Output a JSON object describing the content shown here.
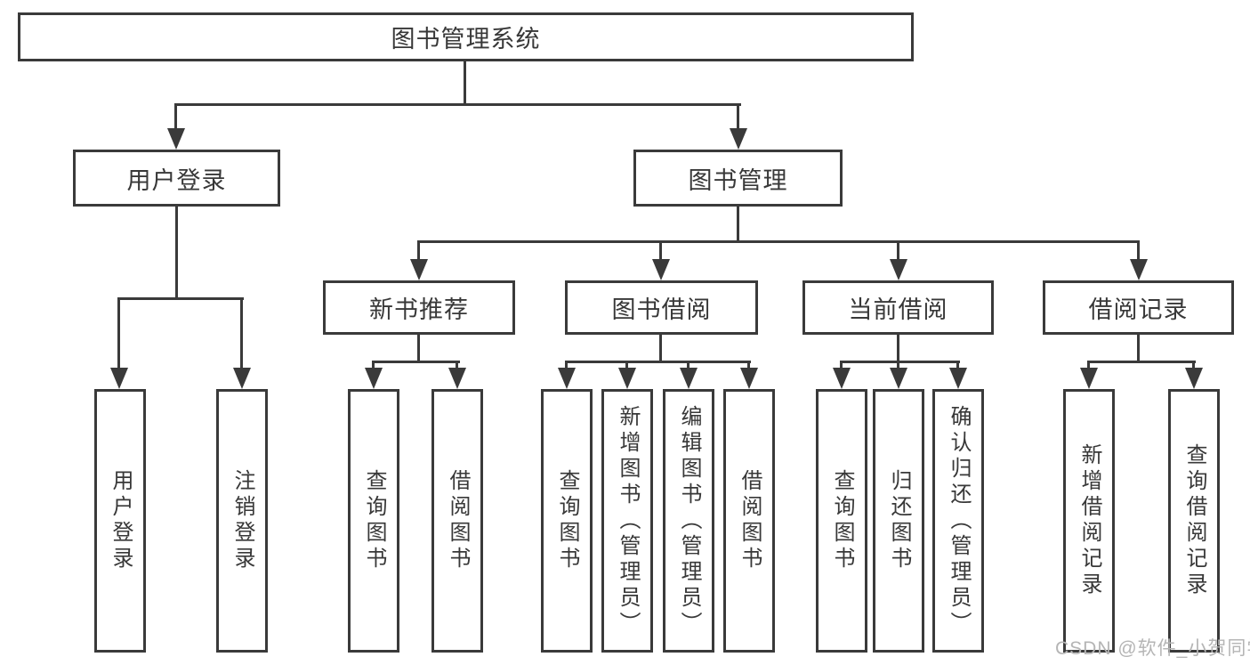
{
  "diagram": {
    "root": {
      "label": "图书管理系统"
    },
    "level2": [
      {
        "label": "用户登录"
      },
      {
        "label": "图书管理"
      }
    ],
    "level3": [
      {
        "label": "新书推荐"
      },
      {
        "label": "图书借阅"
      },
      {
        "label": "当前借阅"
      },
      {
        "label": "借阅记录"
      }
    ],
    "leaves": [
      {
        "label": "用户登录"
      },
      {
        "label": "注销登录"
      },
      {
        "label": "查询图书"
      },
      {
        "label": "借阅图书"
      },
      {
        "label": "查询图书"
      },
      {
        "label": "新增图书（管理员）"
      },
      {
        "label": "编辑图书（管理员）"
      },
      {
        "label": "借阅图书"
      },
      {
        "label": "查询图书"
      },
      {
        "label": "归还图书"
      },
      {
        "label": "确认归还（管理员）"
      },
      {
        "label": "新增借阅记录"
      },
      {
        "label": "查询借阅记录"
      }
    ],
    "watermark": "CSDN @软件_小贺同学",
    "colors": {
      "line": "#3a3a3a",
      "text": "#383838",
      "watermark": "#b5b5b5",
      "background": "#ffffff"
    }
  }
}
